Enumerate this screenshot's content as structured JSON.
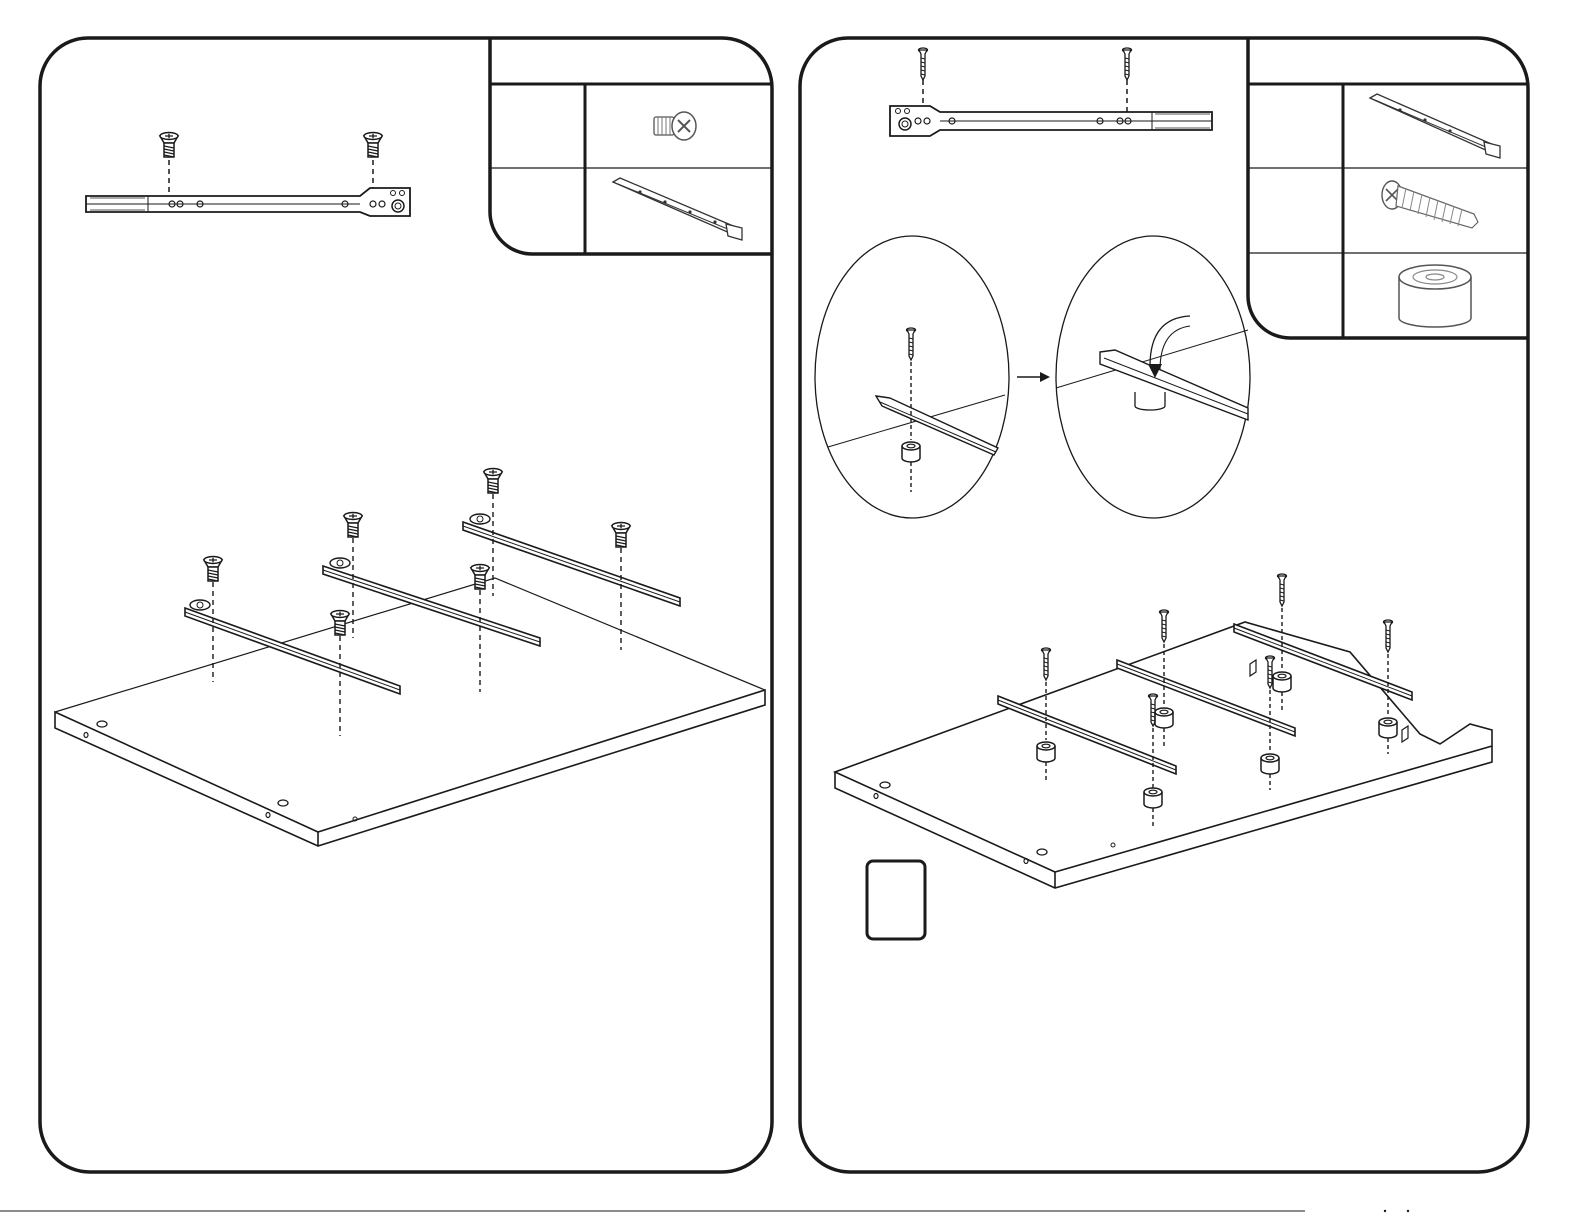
{
  "pages": [
    {
      "id": "left",
      "parts_table": {
        "header": "",
        "rows": [
          {
            "qty": "",
            "part": "screw-icon"
          },
          {
            "qty": "",
            "part": "drawer-slide-icon"
          }
        ]
      },
      "assembly": {
        "slides": 3,
        "screws_per_slide": 2
      }
    },
    {
      "id": "right",
      "parts_table": {
        "header": "",
        "rows": [
          {
            "qty": "",
            "part": "drawer-slide-icon"
          },
          {
            "qty": "",
            "part": "long-screw-icon"
          },
          {
            "qty": "",
            "part": "spacer-icon"
          }
        ]
      },
      "assembly": {
        "slides": 3,
        "screws_per_slide": 2,
        "spacers_per_slide": 2
      },
      "step_box": {
        "label": ""
      }
    }
  ],
  "colors": {
    "ink": "#1a1a1a",
    "background": "#ffffff"
  }
}
